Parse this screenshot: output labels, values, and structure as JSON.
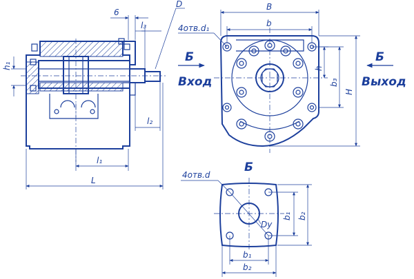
{
  "side_view": {
    "dim_6": "6",
    "dim_l3": "l₃",
    "dim_D": "D",
    "dim_h1": "h₁",
    "dim_l2": "l₂",
    "dim_l1": "l₁",
    "dim_L": "L"
  },
  "front_view": {
    "dim_B": "B",
    "dim_b": "b",
    "holes_d1": "4отв.d₁",
    "dim_h": "h",
    "dim_b3": "b₃",
    "dim_H": "H",
    "view_left": "Б",
    "inlet": "Вход",
    "view_right": "Б",
    "outlet": "Выход"
  },
  "flange_view": {
    "title": "Б",
    "holes_d": "4отв.d",
    "dim_Dy": "Dу",
    "dim_b1_v": "b₁",
    "dim_b2_v": "b₂",
    "dim_b1_h": "b₁",
    "dim_b2_h": "b₂"
  }
}
